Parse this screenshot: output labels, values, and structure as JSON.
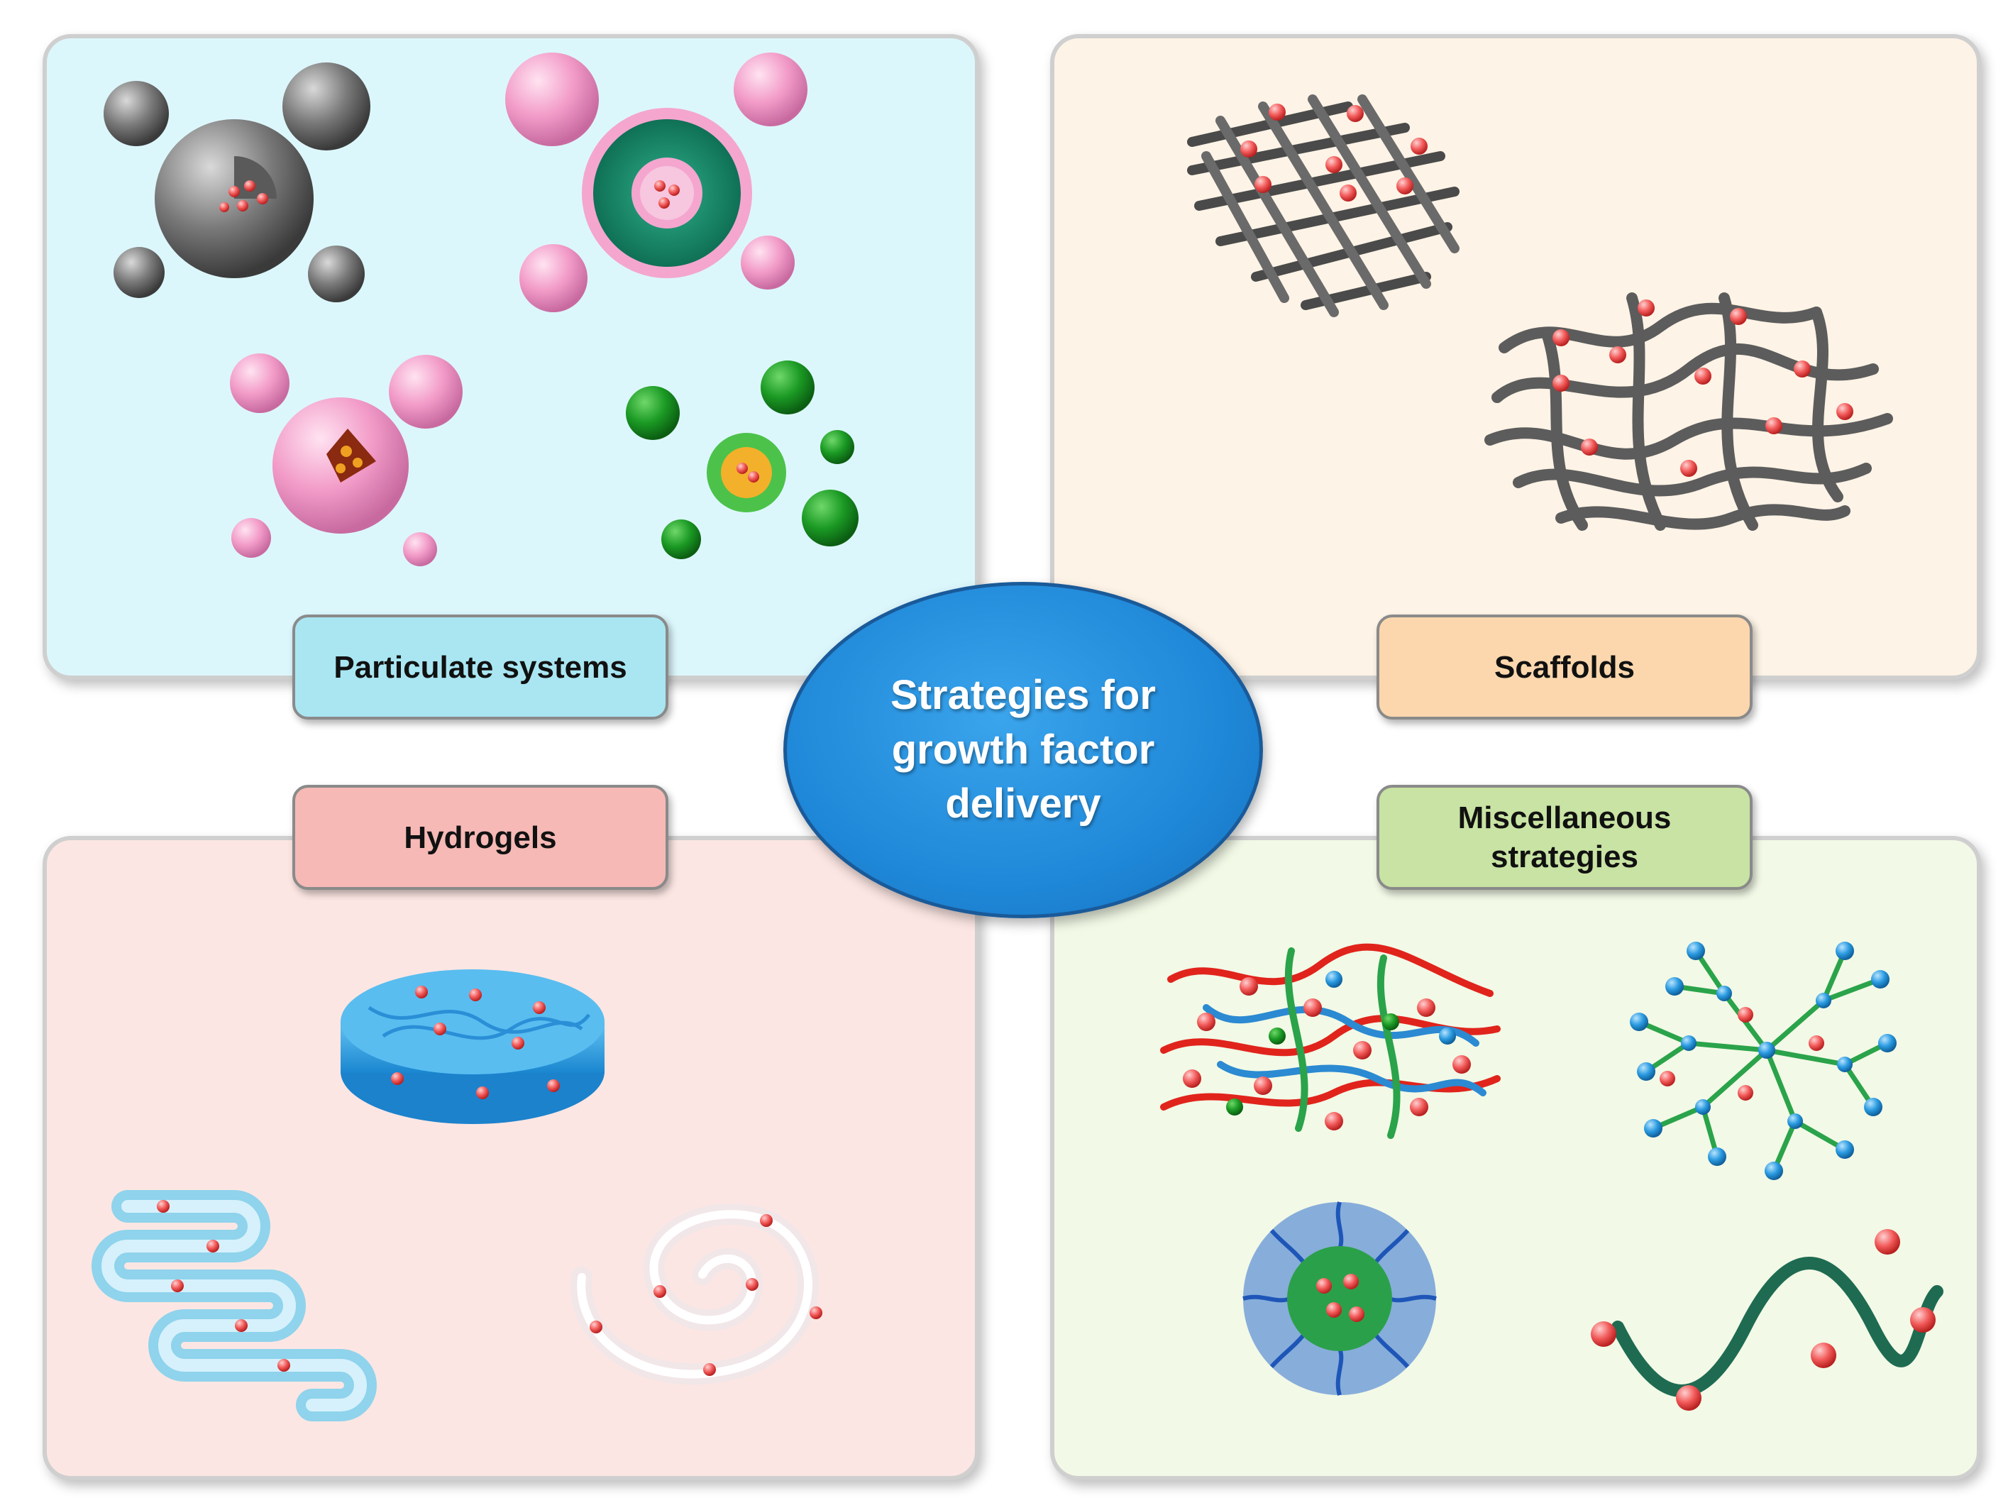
{
  "center": {
    "title": "Strategies for growth factor delivery"
  },
  "panels": {
    "particulate": {
      "label": "Particulate systems",
      "color": "#dcf7fc"
    },
    "scaffolds": {
      "label": "Scaffolds",
      "color": "#fdf3e6"
    },
    "hydrogels": {
      "label": "Hydrogels",
      "color": "#fce6e3"
    },
    "misc": {
      "label": "Miscellaneous strategies",
      "color": "#f2f9e6"
    }
  },
  "icons": [
    "porous-microsphere-icon",
    "liposome-icon",
    "pink-nanoparticle-icon",
    "green-nanoparticle-icon",
    "3d-printed-scaffold-icon",
    "electrospun-fiber-scaffold-icon",
    "bulk-hydrogel-disc-icon",
    "hydrogel-fiber-icon",
    "hydrogel-spiral-icon",
    "polyelectrolyte-complex-icon",
    "dendrimer-icon",
    "polymeric-micelle-icon",
    "polymer-conjugate-icon"
  ]
}
